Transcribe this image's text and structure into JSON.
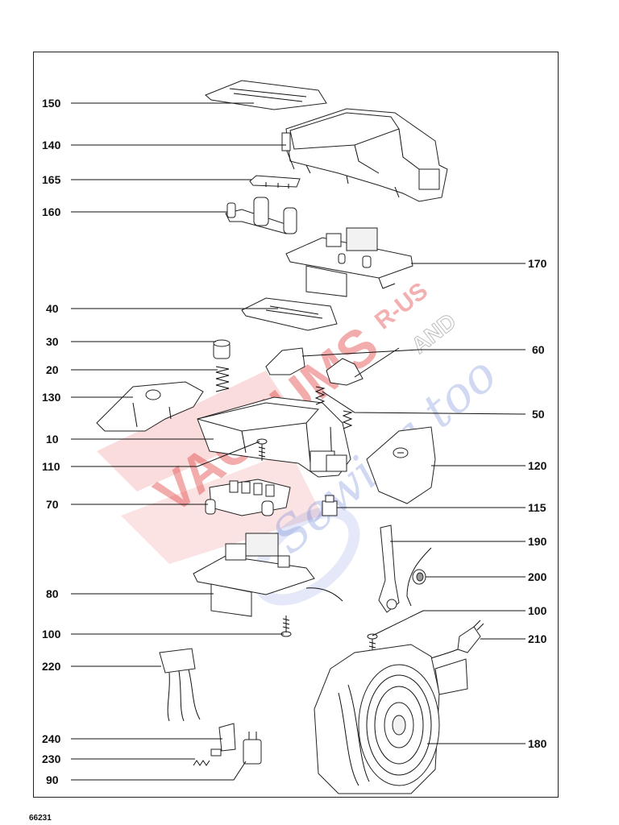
{
  "diagram": {
    "type": "exploded-parts-view",
    "parts": [
      {
        "id": "150"
      },
      {
        "id": "140"
      },
      {
        "id": "165"
      },
      {
        "id": "160"
      },
      {
        "id": "170"
      },
      {
        "id": "40"
      },
      {
        "id": "30"
      },
      {
        "id": "20"
      },
      {
        "id": "130"
      },
      {
        "id": "10"
      },
      {
        "id": "110"
      },
      {
        "id": "70"
      },
      {
        "id": "80"
      },
      {
        "id": "100"
      },
      {
        "id": "220"
      },
      {
        "id": "240"
      },
      {
        "id": "230"
      },
      {
        "id": "90"
      },
      {
        "id": "60"
      },
      {
        "id": "50"
      },
      {
        "id": "120"
      },
      {
        "id": "115"
      },
      {
        "id": "190"
      },
      {
        "id": "200"
      },
      {
        "id": "100b",
        "label": "100"
      },
      {
        "id": "210"
      },
      {
        "id": "180"
      }
    ],
    "labels": {
      "p150": "150",
      "p140": "140",
      "p165": "165",
      "p160": "160",
      "p40": "40",
      "p30": "30",
      "p20": "20",
      "p130": "130",
      "p10": "10",
      "p110": "110",
      "p70": "70",
      "p80": "80",
      "p100": "100",
      "p220": "220",
      "p240": "240",
      "p230": "230",
      "p90": "90",
      "p170": "170",
      "p60": "60",
      "p50": "50",
      "p120": "120",
      "p115": "115",
      "p190": "190",
      "p200": "200",
      "p100b": "100",
      "p210": "210",
      "p180": "180"
    }
  },
  "watermark": {
    "text_main": "VACUUMS",
    "text_rus": "R-US",
    "text_and": "AND",
    "text_sewing": "Sewing too",
    "color_red": "#e23b3b",
    "color_blue": "#6b7fd6"
  },
  "footer": {
    "doc_code": "66231"
  }
}
